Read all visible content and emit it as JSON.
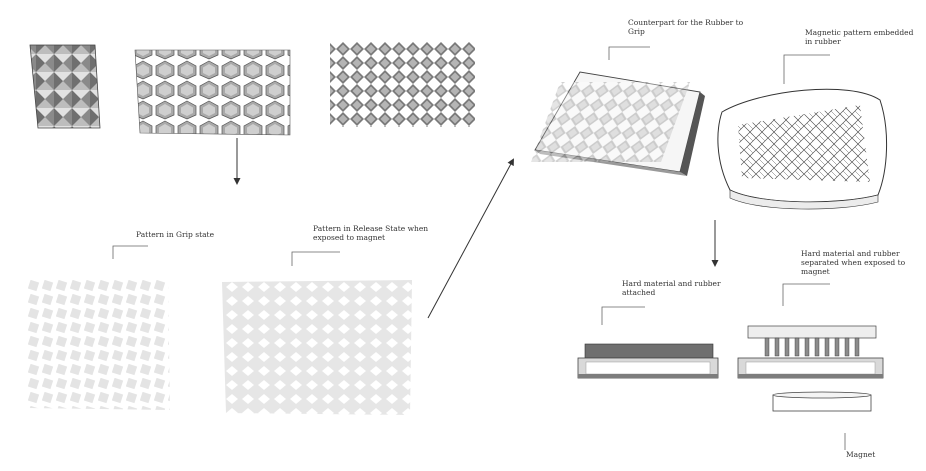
{
  "labels": {
    "grip_state": "Pattern in Grip state",
    "release_state": "Pattern in Release State when\nexposed to magnet",
    "counterpart": "Counterpart for the Rubber to\nGrip",
    "magnetic_pattern": "Magnetic pattern embedded\nin rubber",
    "attached": "Hard material and rubber\nattached",
    "separated": "Hard material and rubber\nseparated when exposed to\nmagnet",
    "magnet": "Magnet"
  },
  "colors": {
    "line": "#333333",
    "dark_fill": "#6f6f6f",
    "mid_fill": "#a9a9a9",
    "light_fill": "#d8d8d8",
    "faint_pattern": "#e6e6e6"
  },
  "icons": [
    "arrow-down-icon",
    "arrow-diagonal-icon"
  ]
}
